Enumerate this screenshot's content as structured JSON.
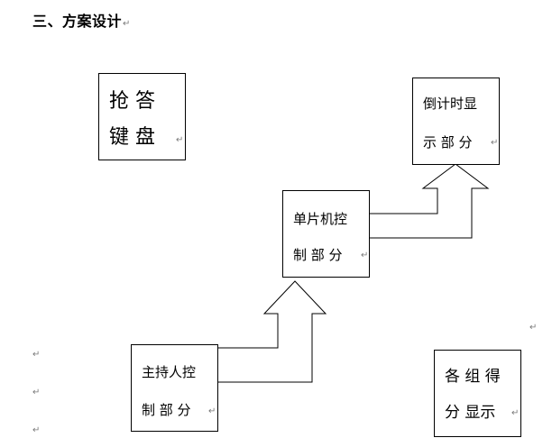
{
  "heading": {
    "text": "三、方案设计"
  },
  "mark": "↵",
  "boxes": {
    "buzzer_keyboard": {
      "line1": "抢 答",
      "line2": "键 盘"
    },
    "countdown_display": {
      "line1": "倒计时显",
      "line2": "示 部 分"
    },
    "mcu_control": {
      "line1": "单片机控",
      "line2": "制 部 分"
    },
    "host_control": {
      "line1": "主持人控",
      "line2": "制 部 分"
    },
    "group_score_display": {
      "line1": "各 组 得",
      "line2": "分 显示"
    }
  }
}
